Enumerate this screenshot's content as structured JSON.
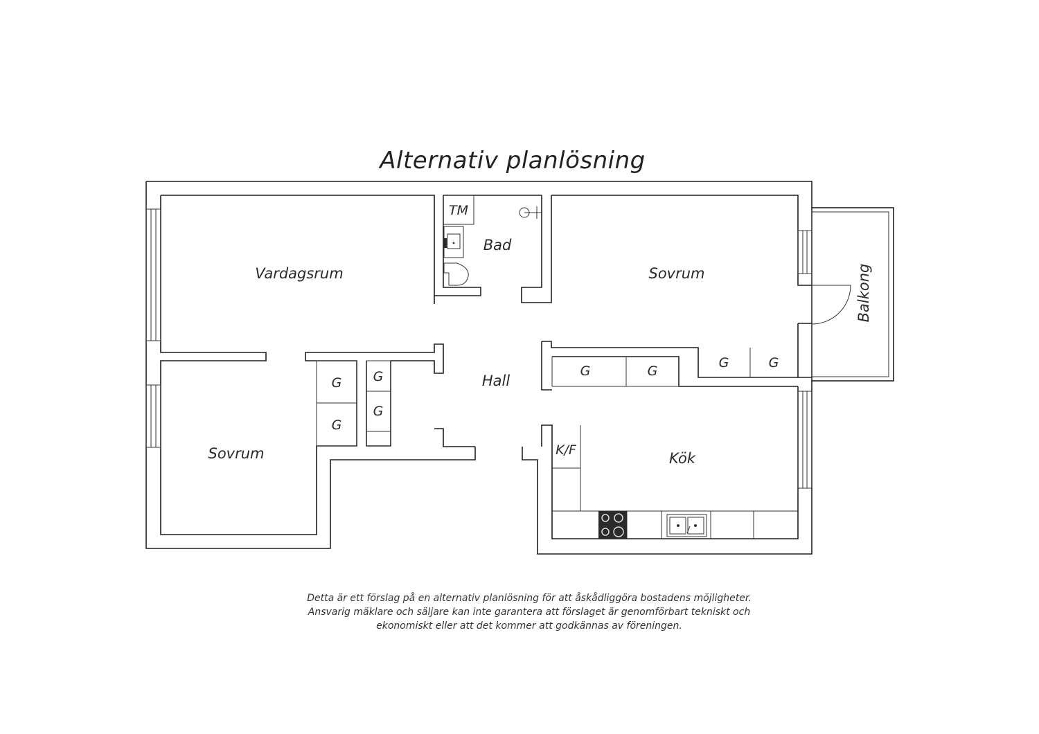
{
  "title": "Alternativ planlösning",
  "rooms": {
    "vardagsrum": "Vardagsrum",
    "bad": "Bad",
    "tm": "TM",
    "sovrum_right": "Sovrum",
    "balkong": "Balkong",
    "hall": "Hall",
    "sovrum_left": "Sovrum",
    "kok": "Kök",
    "kf": "K/F"
  },
  "closet_label": "G",
  "disclaimer": [
    "Detta är ett förslag på en alternativ planlösning för att åskådliggöra bostadens möjligheter.",
    "Ansvarig mäklare och säljare kan inte garantera att förslaget är genomförbart tekniskt och",
    "ekonomiskt eller att det kommer att godkännas av föreningen."
  ]
}
